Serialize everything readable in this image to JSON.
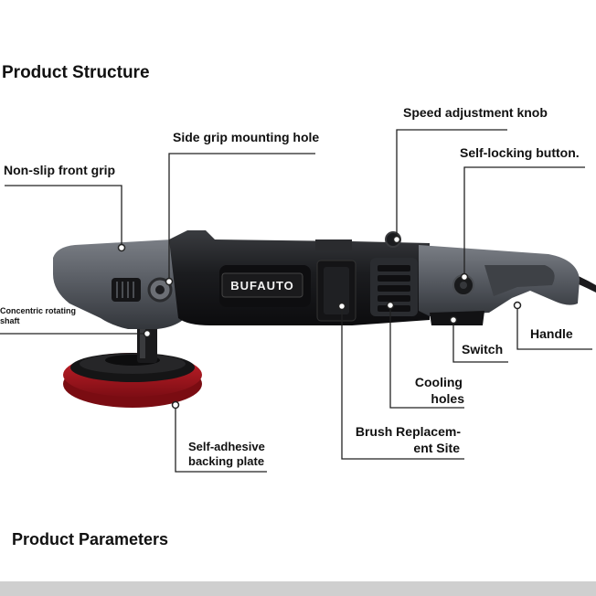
{
  "headings": {
    "structure": "Product Structure",
    "parameters": "Product Parameters"
  },
  "brand": "BUFAUTO",
  "labels": {
    "speed_knob": "Speed adjustment knob",
    "side_grip_hole": "Side grip mounting hole",
    "self_locking": "Self-locking button.",
    "front_grip": "Non-slip front grip",
    "concentric_1": "Concentric rotating",
    "concentric_2": "shaft",
    "handle": "Handle",
    "switch": "Switch",
    "cooling_1": "Cooling",
    "cooling_2": "holes",
    "brush_1": "Brush Replacem-",
    "brush_2": "ent Site",
    "backing_1": "Self-adhesive",
    "backing_2": "backing plate"
  },
  "colors": {
    "body_dark": "#1e1f22",
    "body_grey": "#5b5f66",
    "pad_red": "#b4151f",
    "leader": "#222222"
  }
}
